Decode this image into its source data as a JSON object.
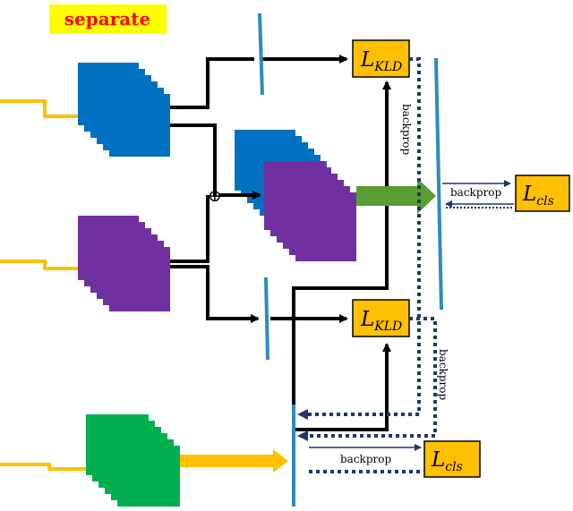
{
  "title": "separate",
  "loss_kld": {
    "base": "L",
    "sub": "KLD"
  },
  "loss_cls": {
    "base": "L",
    "sub": "cls"
  },
  "labels": {
    "backprop": "backprop",
    "concat_symbol": "⊕"
  },
  "colors": {
    "title_bg": "#FFFF00",
    "title_text": "#FF0000",
    "blue_block": "#0070C0",
    "purple_block": "#7030A0",
    "green_block": "#00B050",
    "input_arrow": "#FFC000",
    "loss_box": "#FFC000",
    "fc_bar": "#2E8BC0",
    "green_arrow": "#5A9E32",
    "dotted_line": "#1F3864",
    "backprop_arrow": "#1F3864",
    "connector": "#000000"
  }
}
